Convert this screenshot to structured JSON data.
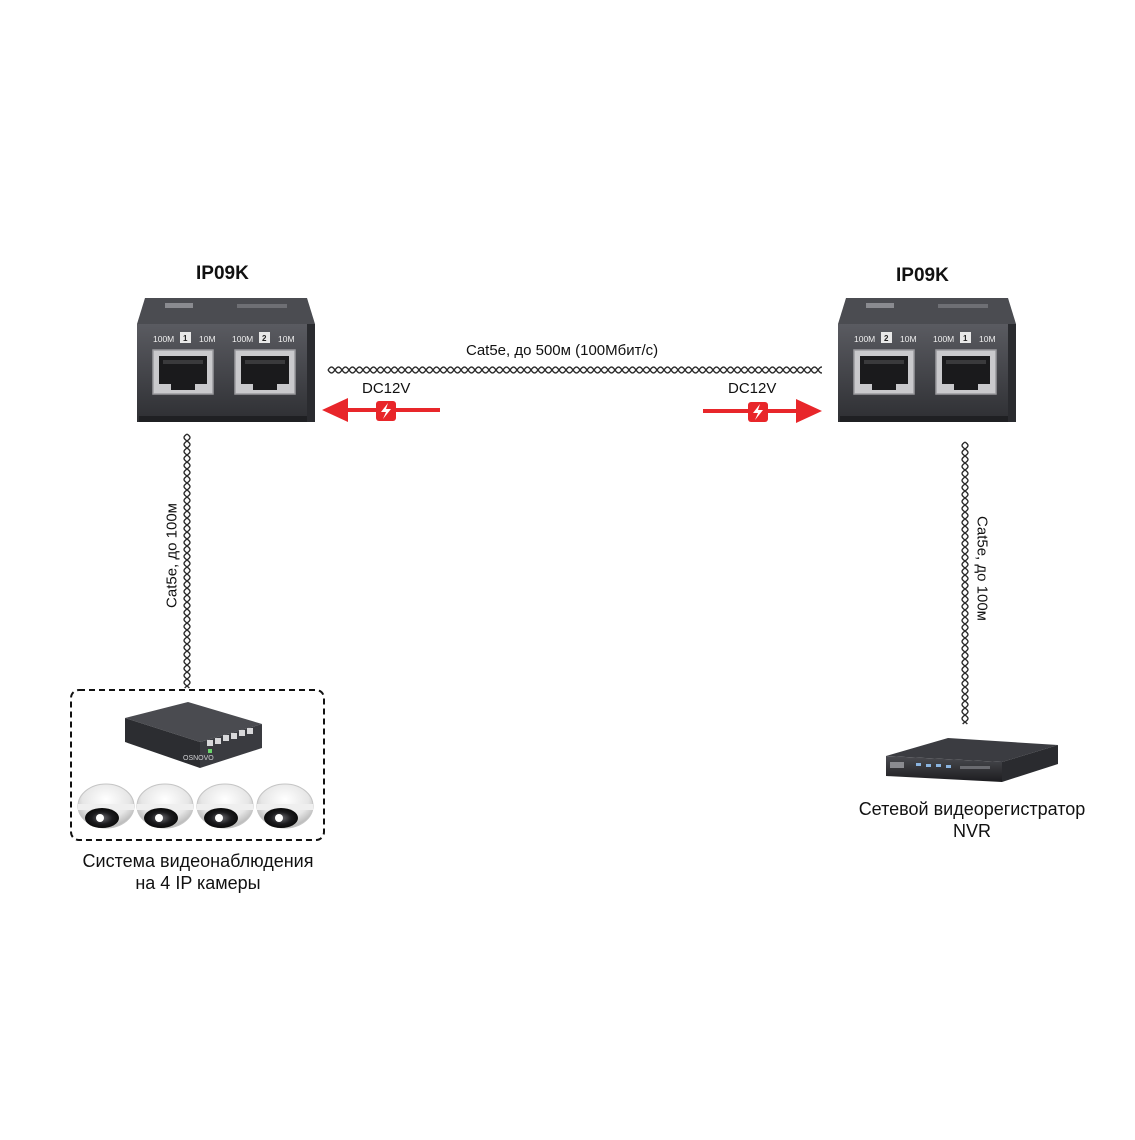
{
  "devices": {
    "left": {
      "title": "IP09K",
      "port1": {
        "speed_a": "100M",
        "num": "1",
        "speed_b": "10M"
      },
      "port2": {
        "speed_a": "100M",
        "num": "2",
        "speed_b": "10M"
      }
    },
    "right": {
      "title": "IP09K",
      "port1": {
        "speed_a": "100M",
        "num": "2",
        "speed_b": "10M"
      },
      "port2": {
        "speed_a": "100M",
        "num": "1",
        "speed_b": "10M"
      }
    }
  },
  "links": {
    "trunk_label": "Cat5e, до 500м (100Мбит/с)",
    "left_power_label": "DC12V",
    "right_power_label": "DC12V",
    "left_drop_label": "Cat5e, до 100м",
    "right_drop_label": "Cat5e, до 100м"
  },
  "camera_system": {
    "caption_line1": "Система видеонаблюдения",
    "caption_line2": "на 4 IP камеры",
    "switch_brand": "OSNOVO"
  },
  "nvr": {
    "caption_line1": "Сетевой видеорегистратор",
    "caption_line2": "NVR"
  },
  "colors": {
    "arrow": "#e8262a",
    "device_body": "#3c3d42",
    "device_face": "#2a2b2f",
    "cable": "#2b2b2b"
  }
}
